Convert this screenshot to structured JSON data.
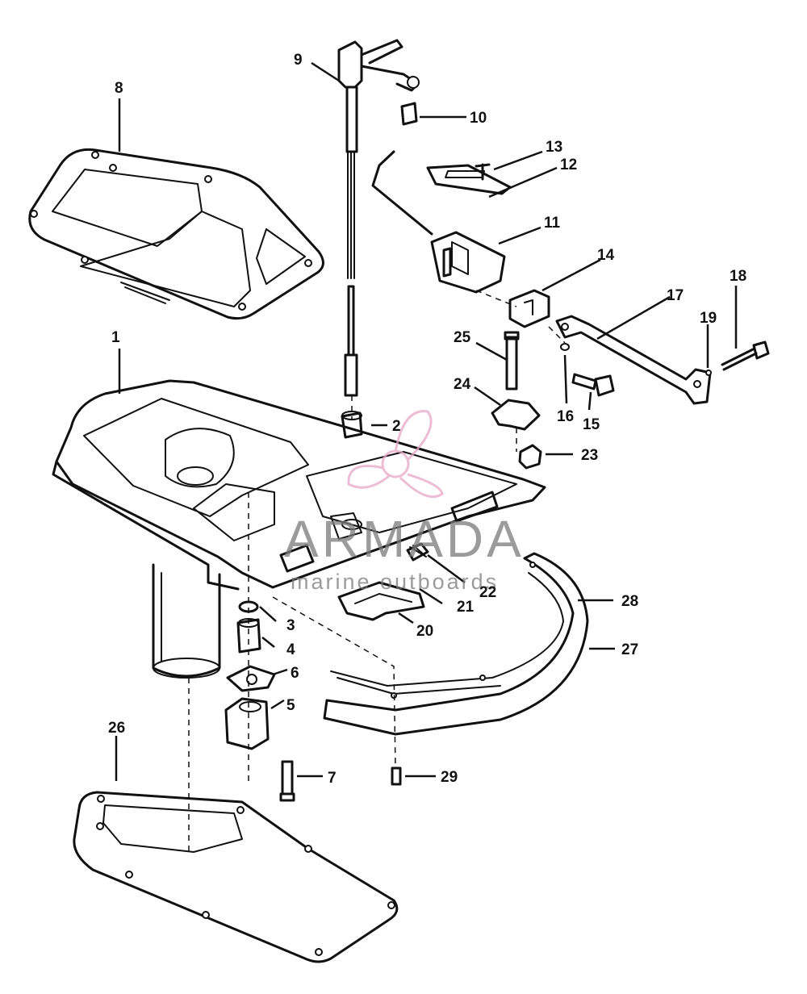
{
  "callouts": {
    "c1": "1",
    "c2": "2",
    "c3": "3",
    "c4": "4",
    "c5": "5",
    "c6": "6",
    "c7": "7",
    "c8": "8",
    "c9": "9",
    "c10": "10",
    "c11": "11",
    "c12": "12",
    "c13": "13",
    "c14": "14",
    "c15": "15",
    "c16": "16",
    "c17": "17",
    "c18": "18",
    "c19": "19",
    "c20": "20",
    "c21": "21",
    "c22": "22",
    "c23": "23",
    "c24": "24",
    "c25": "25",
    "c26": "26",
    "c27": "27",
    "c28": "28",
    "c29": "29"
  },
  "watermark": {
    "brand": "ARMADA",
    "tagline": "marine outboards",
    "logo_icon": "propeller-logo-icon",
    "brand_color": "#7a7a7a",
    "logo_color": "#e8a6c8"
  },
  "colors": {
    "line": "#111111",
    "background": "#ffffff"
  }
}
